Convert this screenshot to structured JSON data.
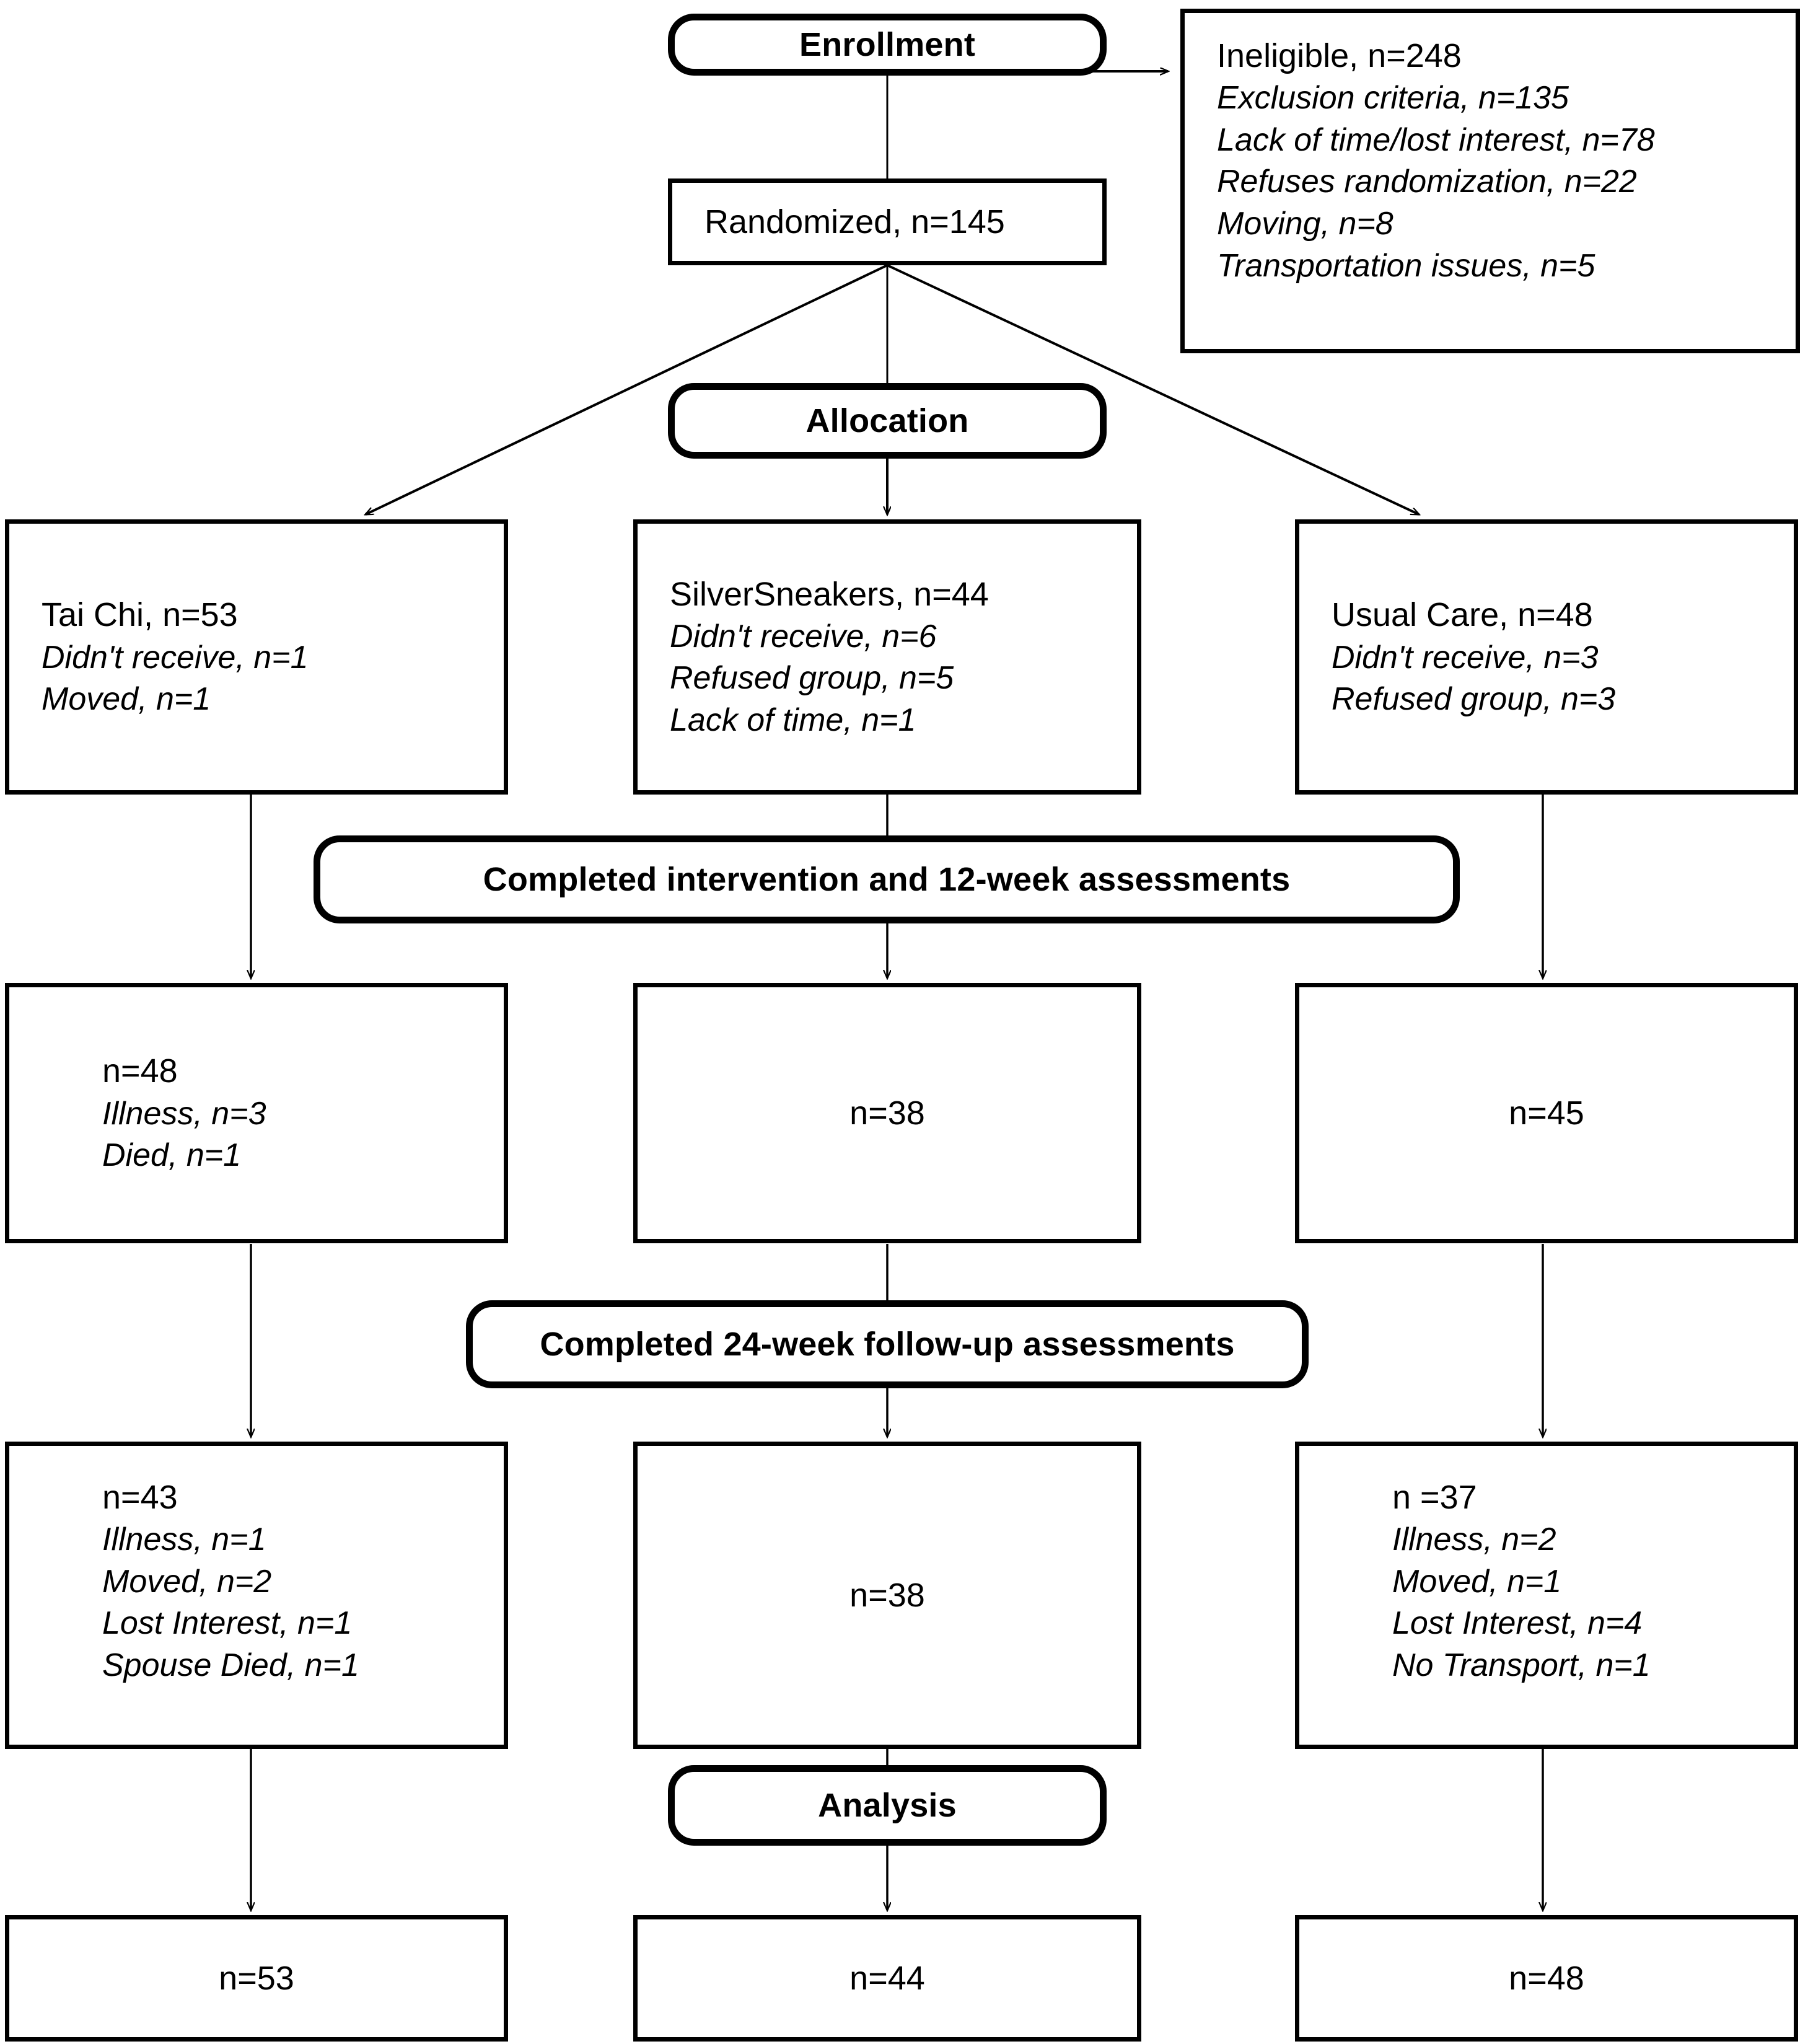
{
  "diagram": {
    "type": "consort-flow-diagram",
    "stages": {
      "enrollment": "Enrollment",
      "allocation": "Allocation",
      "twelve_week": "Completed intervention and 12-week assessments",
      "twentyfour_week": "Completed 24-week follow-up assessments",
      "analysis": "Analysis"
    },
    "enrollment_box": {
      "randomized": "Randomized, n=145"
    },
    "ineligible_box": {
      "heading": "Ineligible, n=248",
      "reasons": [
        "Exclusion criteria, n=135",
        "Lack of time/lost interest, n=78",
        "Refuses randomization, n=22",
        "Moving, n=8",
        "Transportation issues, n=5"
      ]
    },
    "allocation_row": [
      {
        "group": "Tai Chi, n=53",
        "notes": [
          "Didn't receive, n=1",
          "Moved, n=1"
        ]
      },
      {
        "group": "SilverSneakers, n=44",
        "notes": [
          "Didn't receive, n=6",
          "Refused group, n=5",
          "Lack of time, n=1"
        ]
      },
      {
        "group": "Usual Care, n=48",
        "notes": [
          "Didn't receive, n=3",
          "Refused group, n=3"
        ]
      }
    ],
    "twelve_week_row": [
      {
        "count": "n=48",
        "notes": [
          "Illness, n=3",
          "Died, n=1"
        ]
      },
      {
        "count": "n=38",
        "notes": []
      },
      {
        "count": "n=45",
        "notes": []
      }
    ],
    "twentyfour_week_row": [
      {
        "count": "n=43",
        "notes": [
          "Illness, n=1",
          "Moved, n=2",
          "Lost Interest, n=1",
          "Spouse Died, n=1"
        ]
      },
      {
        "count": "n=38",
        "notes": []
      },
      {
        "count": "n =37",
        "notes": [
          "Illness, n=2",
          "Moved, n=1",
          "Lost Interest, n=4",
          "No Transport, n=1"
        ]
      }
    ],
    "analysis_row": [
      {
        "count": "n=53"
      },
      {
        "count": "n=44"
      },
      {
        "count": "n=48"
      }
    ],
    "colors": {
      "ink": "#000000",
      "paper": "#ffffff"
    }
  }
}
